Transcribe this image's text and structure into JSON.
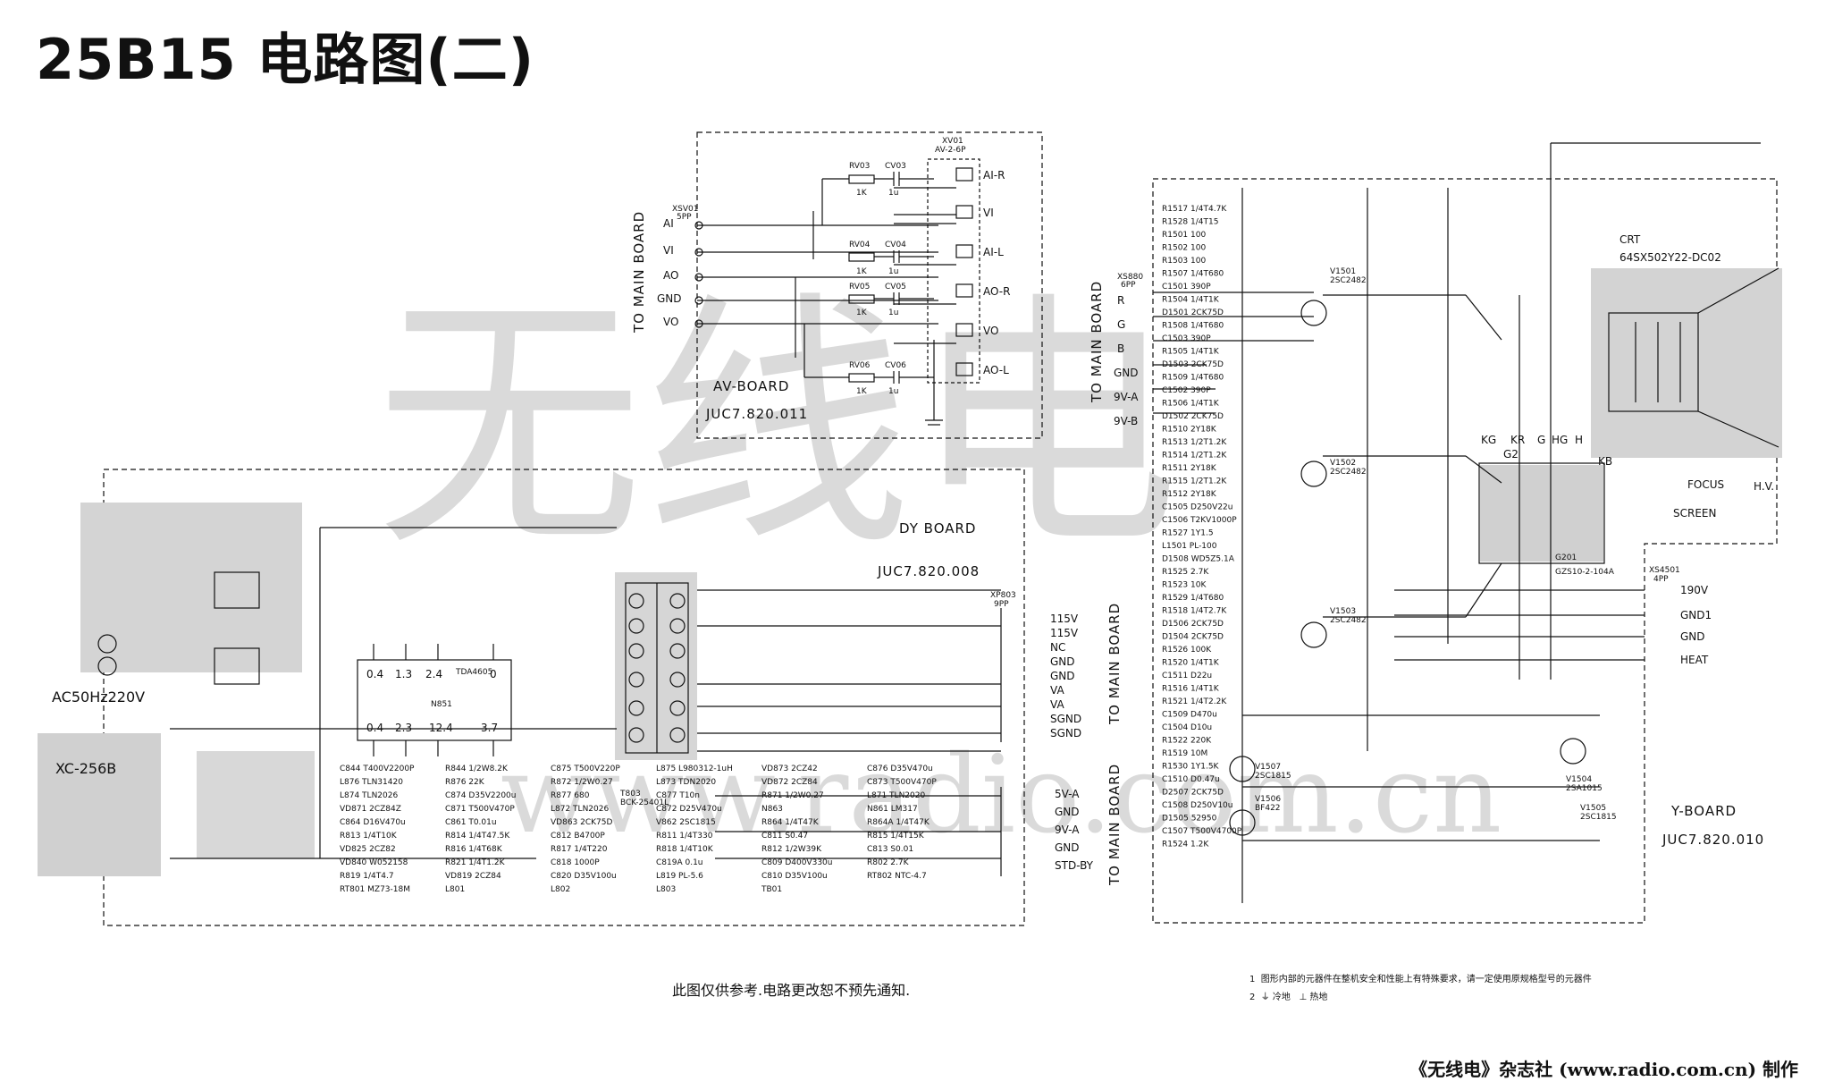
{
  "page_title": "25B15 电路图(二)",
  "footer_note": "此图仅供参考.电路更改恕不预先通知.",
  "credit": "《无线电》杂志社 (www.radio.com.cn) 制作",
  "notes": {
    "note1_num": "1",
    "note1": "图形内部的元器件在整机安全和性能上有特殊要求，请一定使用原规格型号的元器件",
    "note2_num": "2",
    "note2_a": "冷地",
    "note2_b": "热地"
  },
  "watermark": {
    "text": "无线电",
    "url": "www.radio.com.cn"
  },
  "av_board": {
    "name": "AV-BOARD",
    "code": "JUC7.820.011",
    "to_main": "TO MAIN BOARD",
    "in_conn": "XSV01",
    "in_conn_pins": "5PP",
    "out_conn": "XV01",
    "out_conn_type": "AV-2-6P",
    "in_pins": [
      "AI",
      "VI",
      "AO",
      "GND",
      "VO"
    ],
    "out_jacks": [
      "AI-R",
      "VI",
      "AI-L",
      "AO-R",
      "VO",
      "AO-L"
    ],
    "resistors": [
      {
        "ref": "RV03",
        "val": "1K"
      },
      {
        "ref": "RV04",
        "val": "1K"
      },
      {
        "ref": "RV05",
        "val": "1K"
      },
      {
        "ref": "RV06",
        "val": "1K"
      }
    ],
    "caps": [
      {
        "ref": "CV03",
        "val": "1u"
      },
      {
        "ref": "CV04",
        "val": "1u"
      },
      {
        "ref": "CV05",
        "val": "1u"
      },
      {
        "ref": "CV06",
        "val": "1u"
      }
    ]
  },
  "dy_board": {
    "name": "DY BOARD",
    "code": "JUC7.820.008",
    "ic": "N851",
    "ic_type": "TDA4605",
    "ic_pins_top": [
      "0.4",
      "1.3",
      "2.4",
      "0"
    ],
    "ic_pins_bottom": [
      "0.4",
      "2.3",
      "12.4",
      "3.7"
    ],
    "transformer": "T803",
    "transformer_type": "BCK-25401L",
    "connector": "XP803",
    "connector_pins": "9PP",
    "outputs": [
      "115V",
      "115V",
      "NC",
      "GND",
      "GND",
      "VA",
      "VA",
      "SGND",
      "SGND"
    ],
    "outputs2": [
      "5V-A",
      "GND",
      "9V-A",
      "GND",
      "STD-BY"
    ],
    "ac_label": "AC50Hz220V",
    "xc_label": "XC-256B",
    "parts": [
      "C844 T400V2200P",
      "R844 1/2W8.2K",
      "C875 T500V220P",
      "L875 L980312-1uH",
      "VD873 2CZ42",
      "C876 D35V470u",
      "L876 TLN31420",
      "R876 22K",
      "R872 1/2W0.27",
      "L873 TDN2020",
      "VD872 2CZ84",
      "C873 T500V470P",
      "L874 TLN2026",
      "C874 D35V2200u",
      "R877 680",
      "C877 T10n",
      "R871 1/2W0.27",
      "L871 TLN2020",
      "VD871 2CZ84Z",
      "C871 T500V470P",
      "L872 TLN2026",
      "C872 D25V470u",
      "N863",
      "N861 LM317",
      "C864 D16V470u",
      "C861 T0.01u",
      "VD863 2CK75D",
      "V862 2SC1815",
      "R864 1/4T47K",
      "R864A 1/4T47K",
      "R813 1/4T10K",
      "R814 1/4T47.5K",
      "C812 B4700P",
      "R811 1/4T330",
      "C811 S0.47",
      "R815 1/4T15K",
      "VD825 2CZ82",
      "R816 1/4T68K",
      "R817 1/4T220",
      "R818 1/4T10K",
      "R812 1/2W39K",
      "C813 S0.01",
      "VD840 W052158",
      "R821 1/4T1.2K",
      "C818 1000P",
      "C819A 0.1u",
      "C809 D400V330u",
      "R802 2.7K",
      "R819 1/4T4.7",
      "VD819 2CZ84",
      "C820 D35V100u",
      "L819 PL-5.6",
      "C810 D35V100u",
      "RT802 NTC-4.7",
      "RT801 MZ73-18M",
      "L801",
      "L802",
      "L803",
      "TB01"
    ]
  },
  "y_board": {
    "name": "Y-BOARD",
    "code": "JUC7.820.010",
    "to_main_1": "TO MAIN BOARD",
    "to_main_2": "TO MAIN BOARD",
    "to_main_3": "TO MAIN BOARD",
    "in_conn": "XS880",
    "in_conn_pins": "6PP",
    "in_pins": [
      "R",
      "G",
      "B",
      "GND",
      "9V-A",
      "9V-B"
    ],
    "crt": "CRT",
    "crt_type": "64SX502Y22-DC02",
    "socket": "G201",
    "socket_type": "GZS10-2-104A",
    "electrodes": [
      "KG",
      "KR",
      "G",
      "HG",
      "H",
      "G2",
      "KB"
    ],
    "crt_outputs": [
      "FOCUS",
      "SCREEN",
      "H.V."
    ],
    "heat_conn": "XS4501",
    "heat_conn_pins": "4PP",
    "heat_pins": [
      "190V",
      "GND1",
      "GND",
      "HEAT"
    ],
    "transistors": [
      {
        "ref": "V1501",
        "type": "2SC2482"
      },
      {
        "ref": "V1502",
        "type": "2SC2482"
      },
      {
        "ref": "V1503",
        "type": "2SC2482"
      },
      {
        "ref": "V1504",
        "type": "2SA1015"
      },
      {
        "ref": "V1505",
        "type": "2SC1815"
      },
      {
        "ref": "V1506",
        "type": "BF422"
      },
      {
        "ref": "V1507",
        "type": "2SC1815"
      }
    ],
    "parts": [
      "R1517 1/4T4.7K",
      "R1528 1/4T15",
      "R1501 100",
      "R1502 100",
      "R1503 100",
      "R1507 1/4T680",
      "C1501 390P",
      "R1504 1/4T1K",
      "D1501 2CK75D",
      "R1508 1/4T680",
      "C1503 390P",
      "R1505 1/4T1K",
      "D1503 2CK75D",
      "R1509 1/4T680",
      "C1502 390P",
      "R1506 1/4T1K",
      "D1502 2CK75D",
      "R1510 2Y18K",
      "R1513 1/2T1.2K",
      "R1514 1/2T1.2K",
      "R1511 2Y18K",
      "R1515 1/2T1.2K",
      "R1512 2Y18K",
      "C1505 D250V22u",
      "C1506 T2KV1000P",
      "R1527 1Y1.5",
      "L1501 PL-100",
      "D1508 WD5Z5.1A",
      "R1525 2.7K",
      "R1523 10K",
      "R1529 1/4T680",
      "R1518 1/4T2.7K",
      "D1506 2CK75D",
      "D1504 2CK75D",
      "R1526 100K",
      "R1520 1/4T1K",
      "C1511 D22u",
      "R1516 1/4T1K",
      "R1521 1/4T2.2K",
      "C1509 D470u",
      "C1504 D10u",
      "R1522 220K",
      "R1519 10M",
      "R1530 1Y1.5K",
      "C1510 D0.47u",
      "D2507 2CK75D",
      "C1508 D250V10u",
      "D1505 52950",
      "C1507 T500V4700P",
      "R1524 1.2K"
    ]
  }
}
